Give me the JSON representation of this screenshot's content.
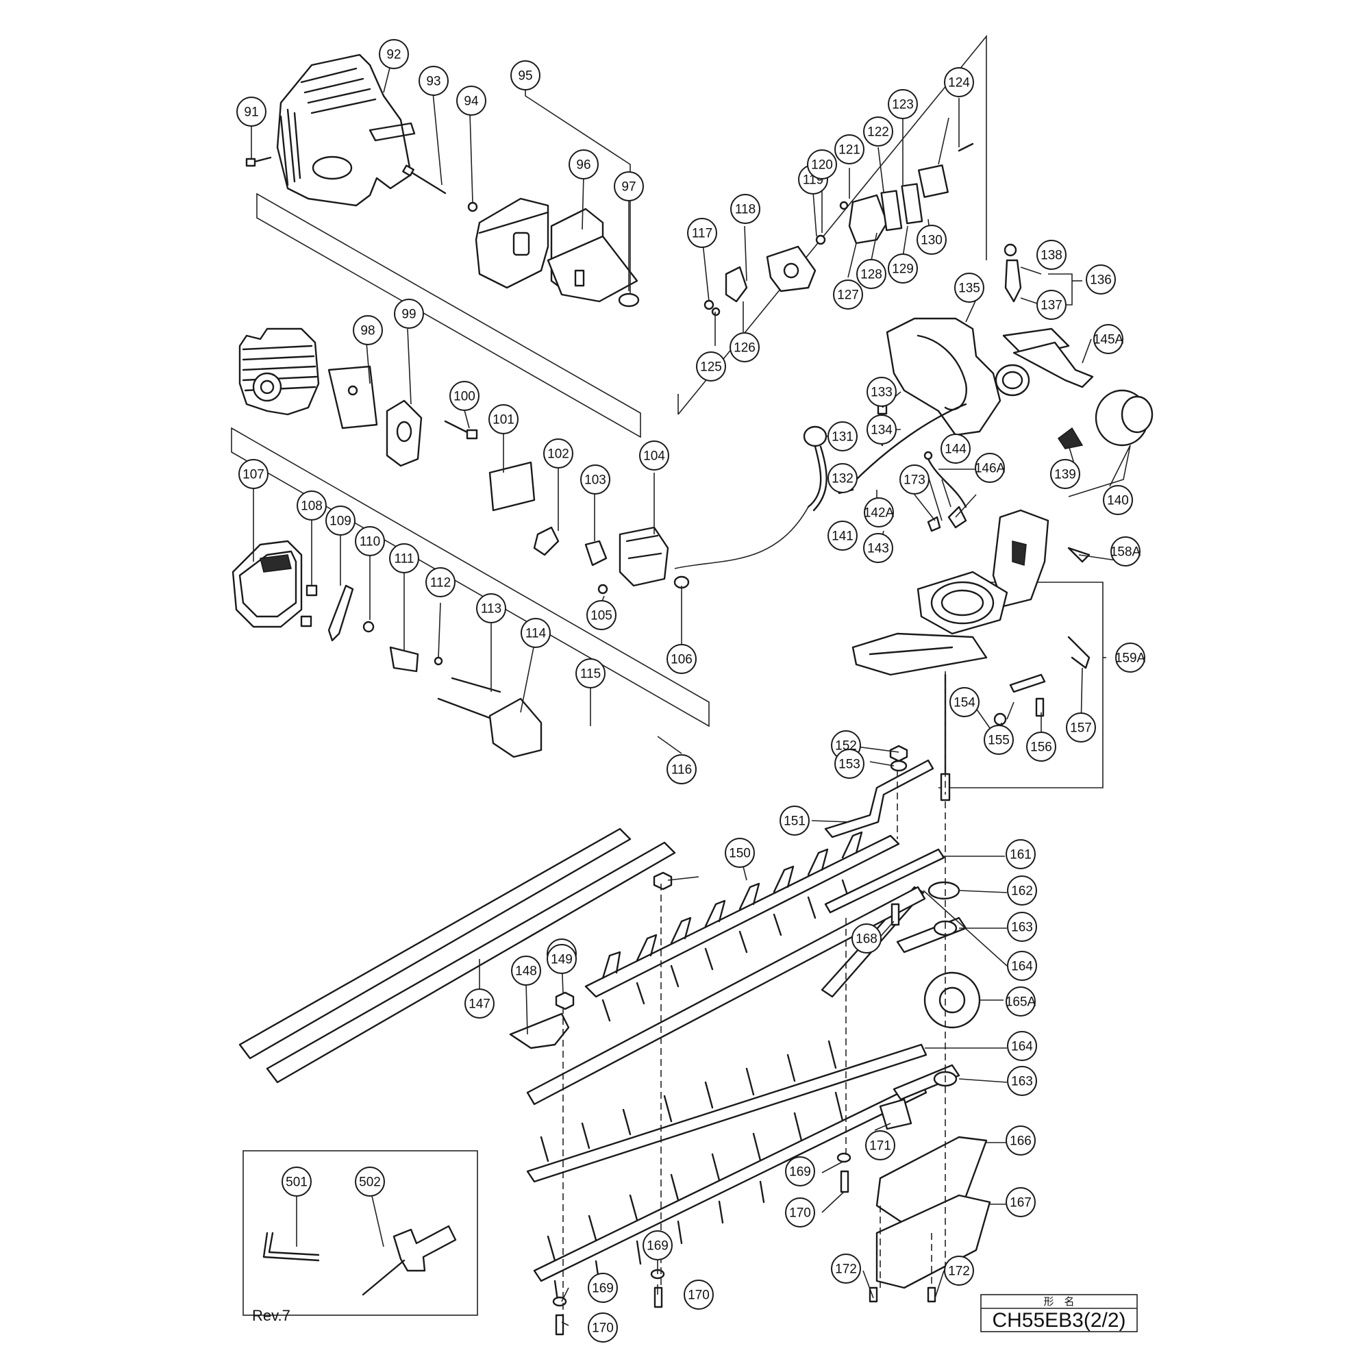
{
  "revision": "Rev.7",
  "title_block": {
    "header": "形　名",
    "model": "CH55EB3(2/2)"
  },
  "part_numbers": [
    "91",
    "92",
    "93",
    "94",
    "95",
    "96",
    "97",
    "98",
    "99",
    "100",
    "101",
    "102",
    "103",
    "104",
    "105",
    "106",
    "107",
    "108",
    "109",
    "110",
    "111",
    "112",
    "113",
    "114",
    "115",
    "116",
    "117",
    "118",
    "119",
    "120",
    "121",
    "122",
    "123",
    "124",
    "125",
    "126",
    "127",
    "128",
    "129",
    "130",
    "131",
    "132",
    "133",
    "134",
    "135",
    "136",
    "137",
    "138",
    "139",
    "140",
    "141",
    "142A",
    "143",
    "144",
    "145A",
    "146A",
    "147",
    "148",
    "149",
    "149",
    "150",
    "151",
    "152",
    "153",
    "154",
    "155",
    "156",
    "157",
    "158A",
    "159A",
    "161",
    "162",
    "163",
    "163",
    "164",
    "164",
    "165A",
    "166",
    "167",
    "168",
    "169",
    "169",
    "169",
    "170",
    "170",
    "170",
    "171",
    "172",
    "172",
    "173",
    "501",
    "502"
  ]
}
